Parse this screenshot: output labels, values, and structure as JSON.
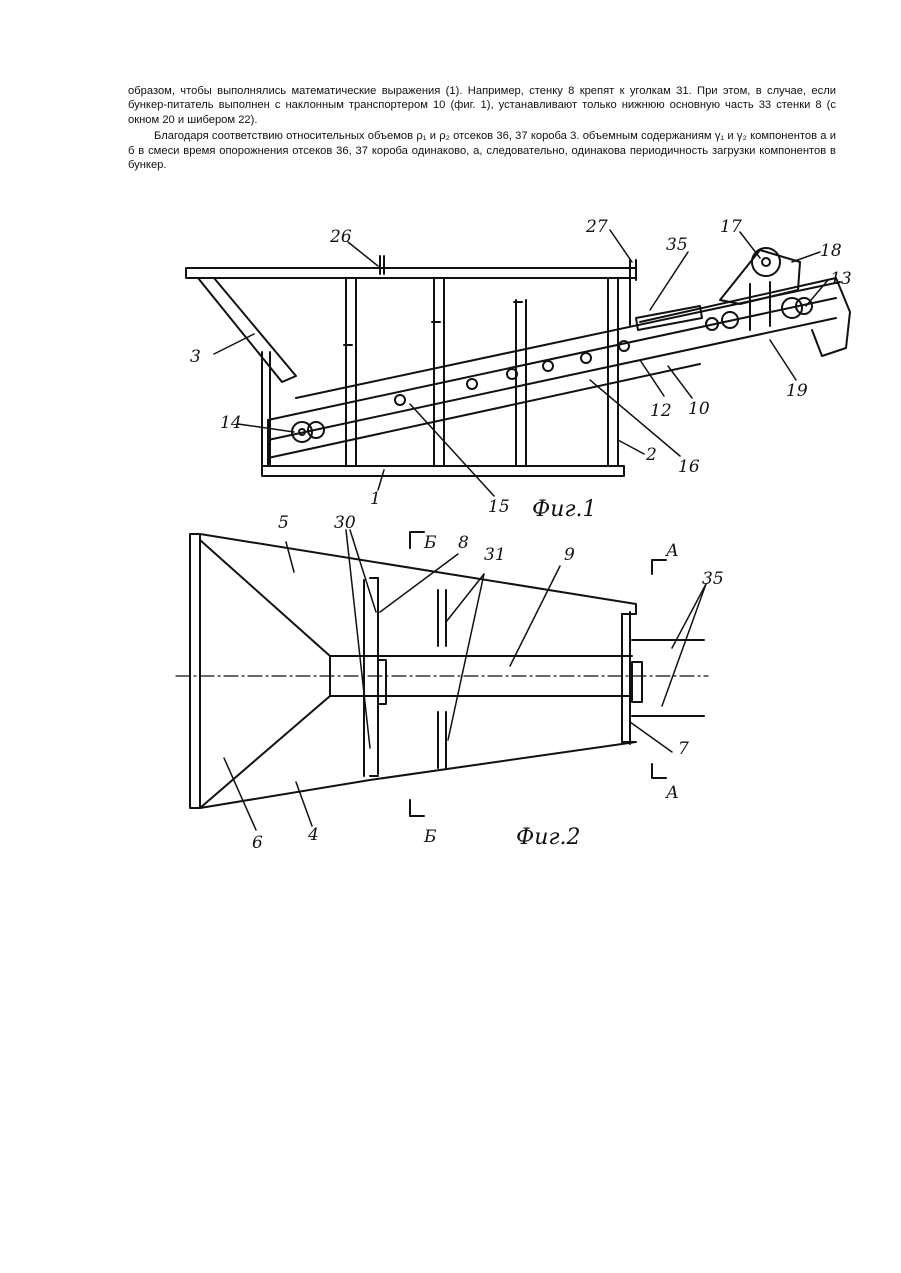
{
  "text": {
    "para1": "образом, чтобы выполнялись математические выражения (1). Например, стенку 8 крепят к уголкам 31. При этом, в случае, если бункер-питатель выполнен с наклонным транспортером 10 (фиг. 1), устанавливают только нижнюю основную часть 33 стенки 8 (с окном 20 и шибером 22).",
    "para2": "Благодаря соответствию относительных объемов ρ₁ и ρ₂ отсеков 36, 37 короба 3. объемным содержаниям γ₁ и γ₂ компонентов а и б в смеси время опорожнения отсеков 36, 37 короба одинаково, а, следовательно, одинакова периодичность загрузки компонентов в бункер."
  },
  "fig1": {
    "caption": "Фиг.1",
    "labels": {
      "l26": "26",
      "l27": "27",
      "l35": "35",
      "l17": "17",
      "l18": "18",
      "l13": "13",
      "l3": "3",
      "l14": "14",
      "l12": "12",
      "l10": "10",
      "l19": "19",
      "l2": "2",
      "l16": "16",
      "l1": "1",
      "l15": "15"
    }
  },
  "fig2": {
    "caption": "Фиг.2",
    "labels": {
      "l5": "5",
      "l30": "30",
      "lB_top": "Б",
      "l8": "8",
      "l31": "31",
      "l9": "9",
      "lA_top": "А",
      "l35": "35",
      "l7": "7",
      "lA_bot": "А",
      "l6": "6",
      "l4": "4",
      "lB_bot": "Б"
    }
  }
}
